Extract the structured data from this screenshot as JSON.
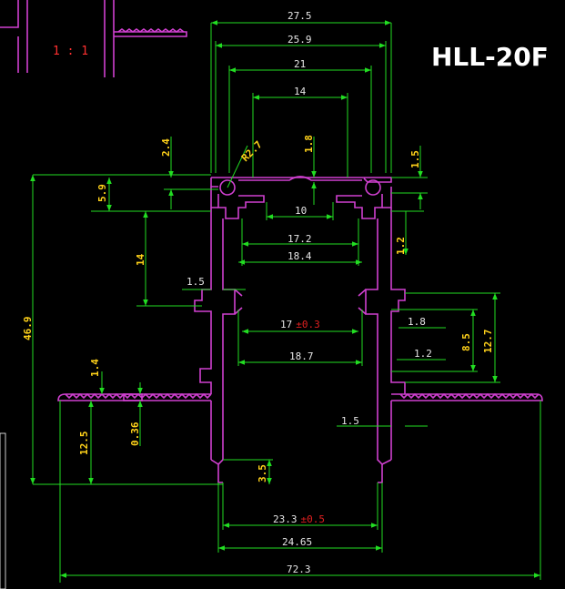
{
  "title": "HLL-20F",
  "scale_label": "1 : 1",
  "dimensions": {
    "overall_width_outer": "27.5",
    "overall_width_inner": "25.9",
    "top_width": "21",
    "channel_width": "14",
    "top_thick_a": "2.4",
    "radius": "R2.7",
    "top_thick_b": "1.8",
    "right_thick": "1.5",
    "side_height": "5.9",
    "slot_width": "10",
    "inner_width_a": "17.2",
    "inner_width_b": "18.4",
    "right_step": "1.2",
    "side_drop": "14",
    "left_wall": "1.5",
    "total_height": "46.9",
    "mid_width_value": "17",
    "mid_width_tol": "±0.3",
    "mid_width_b": "18.7",
    "right_flange": "1.8",
    "right_h1": "8.5",
    "right_h2": "12.7",
    "right_step_b": "1.2",
    "teeth_thick": "1.4",
    "base_height": "12.5",
    "teeth_depth": "0.36",
    "wall_thick": "1.5",
    "foot_height": "3.5",
    "bottom_width_value": "23.3",
    "bottom_width_tol": "±0.5",
    "bottom_width_b": "24.65",
    "total_width": "72.3"
  }
}
